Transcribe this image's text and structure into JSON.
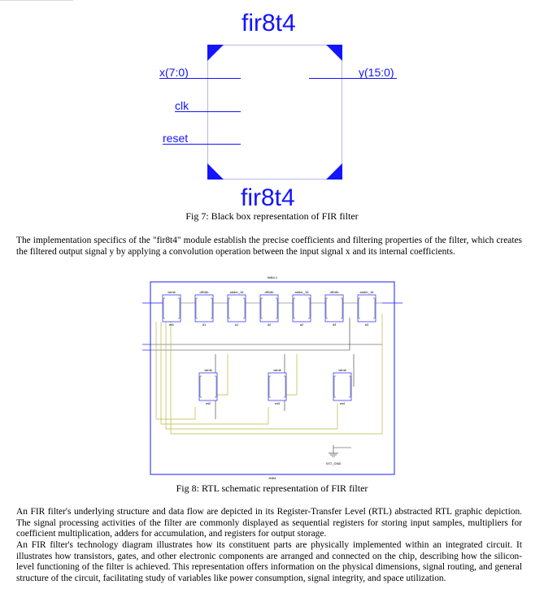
{
  "fig7": {
    "module_title": "fir8t4",
    "inputs": [
      "x(7:0)",
      "clk",
      "reset"
    ],
    "outputs": [
      "y(15:0)"
    ],
    "caption": "Fig 7: Black box representation of FIR filter"
  },
  "paragraph1": "The implementation  specifics of the \"fir8t4\" module establish the precise coefficients and filtering properties of the filter, which creates the filtered output signal y by applying a convolution operation between the input signal x and its internal coefficients.",
  "fig8": {
    "top_label": "fir8t4:1",
    "bottom_label": "fir8t4",
    "top_blocks": [
      {
        "type": "wtmlt",
        "inst": "wt1"
      },
      {
        "type": "dff16b",
        "inst": "d1"
      },
      {
        "type": "adder_16",
        "inst": "a1"
      },
      {
        "type": "dff16b",
        "inst": "d2"
      },
      {
        "type": "adder_16",
        "inst": "a2"
      },
      {
        "type": "dff16b",
        "inst": "d3"
      },
      {
        "type": "adder_16",
        "inst": "a3"
      }
    ],
    "mid_blocks": [
      {
        "type": "wtmlt",
        "inst": "wt2"
      },
      {
        "type": "wtmlt",
        "inst": "wt3"
      },
      {
        "type": "wtmlt",
        "inst": "wt4"
      }
    ],
    "gnd_label": "XST_GND",
    "caption": "Fig 8: RTL schematic representation of FIR filter"
  },
  "paragraph2": "An FIR filter's underlying structure and data flow are depicted in its Register-Transfer Level (RTL) abstracted RTL graphic depiction. The signal processing activities of the filter are commonly displayed as sequential registers for storing input samples, multipliers for coefficient multiplication, adders for accumulation, and registers for output storage.",
  "paragraph3": "An FIR filter's technology diagram illustrates how its constituent parts are physically implemented within an integrated circuit. It illustrates how transistors, gates, and other electronic components are arranged and connected on the chip, describing how the silicon-level functioning of the filter is achieved. This representation offers information on the physical dimensions, signal routing, and general structure of the circuit, facilitating study of variables like power consumption, signal integrity, and space utilization."
}
